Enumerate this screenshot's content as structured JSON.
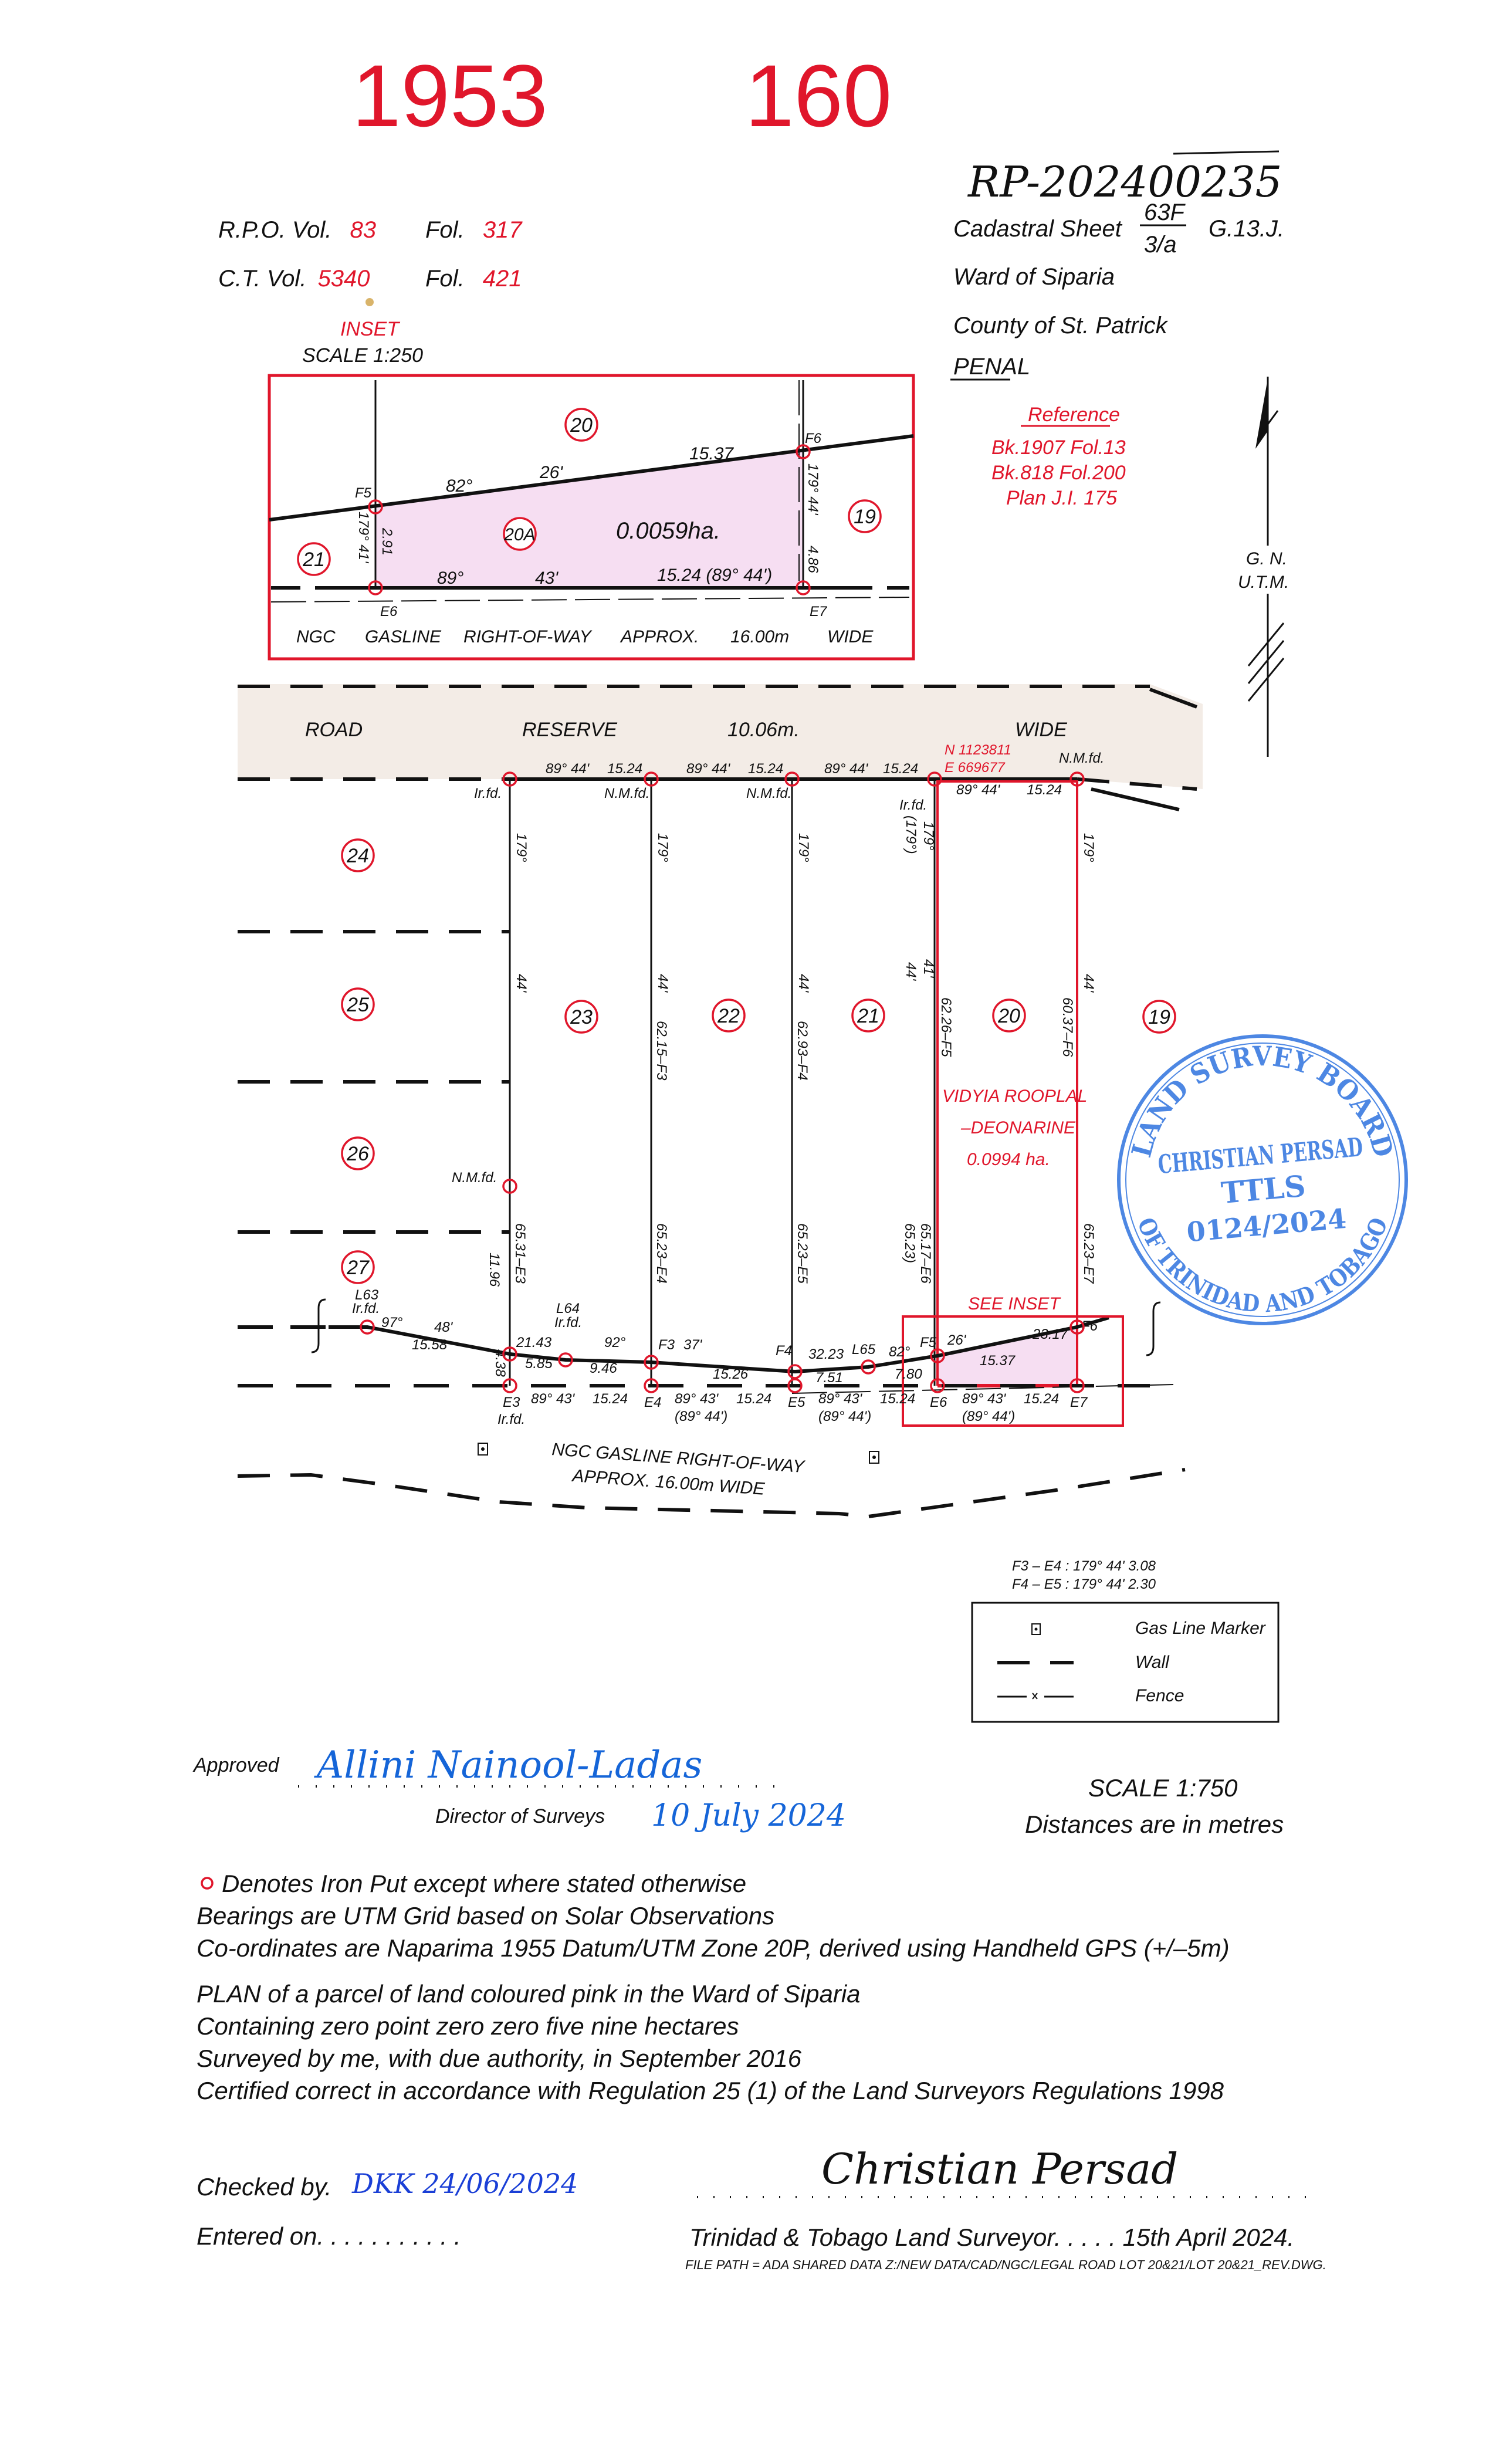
{
  "header": {
    "vol_number": "1953",
    "folio_number": "160",
    "rp_number": "RP-202400235"
  },
  "registry": {
    "rpo_label": "R.P.O. Vol.",
    "rpo_vol": "83",
    "rpo_fol_label": "Fol.",
    "rpo_fol": "317",
    "ct_label": "C.T. Vol.",
    "ct_vol": "5340",
    "ct_fol_label": "Fol.",
    "ct_fol": "421"
  },
  "location": {
    "cadastral_label": "Cadastral Sheet",
    "sheet_num": "63F",
    "sheet_den": "3/a",
    "grid": "G.13.J.",
    "ward": "Ward of Siparia",
    "county": "County of St. Patrick",
    "area": "PENAL"
  },
  "reference": {
    "title": "Reference",
    "lines": [
      "Bk.1907  Fol.13",
      "Bk.818    Fol.200",
      "Plan  J.I.  175"
    ]
  },
  "north": {
    "gn": "G.  N.",
    "utm": "U.T.M."
  },
  "inset": {
    "title": "INSET",
    "scale": "SCALE 1:250",
    "lot_20": "20",
    "lot_20a": "20A",
    "lot_19": "19",
    "lot_21": "21",
    "area": "0.0059ha.",
    "f5": "F5",
    "f6": "F6",
    "e6": "E6",
    "e7": "E7",
    "top_deg": "82°",
    "top_min": "26'",
    "top_dist": "15.37",
    "bot_deg": "89°",
    "bot_min": "43'",
    "bot_dist": "15.24 (89° 44')",
    "left_bearing": "179°  41'",
    "left_dist": "2.91",
    "right_bearing": "179°  44'",
    "right_dist": "4.86",
    "row": [
      "NGC",
      "GASLINE",
      "RIGHT-OF-WAY",
      "APPROX.",
      "16.00m",
      "WIDE"
    ]
  },
  "plan": {
    "road": {
      "road": "ROAD",
      "reserve": "RESERVE",
      "width": "10.06m.",
      "wide": "WIDE"
    },
    "coords": {
      "n": "N  1123811",
      "e": "E   669677"
    },
    "front": {
      "bearing": "89° 44'",
      "dist": "15.24"
    },
    "markers": {
      "irfd": "Ir.fd.",
      "nmfd": "N.M.fd."
    },
    "lots": {
      "l24": "24",
      "l25": "25",
      "l26": "26",
      "l27": "27",
      "l23": "23",
      "l22": "22",
      "l21": "21",
      "l20": "20",
      "l19": "19"
    },
    "side": {
      "deg": "179°",
      "min": "44'",
      "alt_deg": "(179°)",
      "alt_min": "41'"
    },
    "dist": {
      "f3": "62.15–F3",
      "f4": "62.93–F4",
      "f5": "62.26–F5",
      "f6": "60.37–F6",
      "e3": "65.31–E3",
      "e4": "65.23–E4",
      "e5": "65.23–E5",
      "e6": "65.17–E6",
      "e6_alt": "65.23)",
      "e7": "65.23–E7",
      "nm": "11.96",
      "e3_short": "4.38"
    },
    "owner": {
      "name1": "VIDYIA  ROOPLAL",
      "name2": "–DEONARINE",
      "area": "0.0994  ha."
    },
    "rear": {
      "l63": "L63",
      "l64": "L64",
      "l65": "L65",
      "a1": "97°",
      "a2": "48'",
      "d1": "15.58",
      "d2": "21.43",
      "d3": "5.85",
      "a3": "92°",
      "d4": "9.46",
      "f3": "F3",
      "a4": "37'",
      "d5": "15.26",
      "f4": "F4",
      "d6": "32.23",
      "d7": "7.51",
      "a5": "82°",
      "d8": "7.80",
      "f5": "F5",
      "a6": "26'",
      "d9": "15.37",
      "d10": "23.17",
      "f6": "F6"
    },
    "bottom": {
      "e3": "E3",
      "e4": "E4",
      "e5": "E5",
      "e6": "E6",
      "e7": "E7",
      "bearing": "89° 43'",
      "dist": "15.24",
      "alt": "(89° 44')"
    },
    "see_inset": "SEE  INSET",
    "gasline": {
      "line1": "NGC  GASLINE  RIGHT-OF-WAY",
      "line2": "APPROX.  16.00m  WIDE"
    }
  },
  "offsets": [
    "F3  –  E4  :  179°  44'    3.08",
    "F4  –  E5  :  179°  44'    2.30"
  ],
  "legend": [
    {
      "icon": "gas-marker-icon",
      "label": "Gas Line Marker"
    },
    {
      "icon": "wall-line-icon",
      "label": "Wall"
    },
    {
      "icon": "fence-line-icon",
      "label": "Fence"
    }
  ],
  "stamp": {
    "top": "LAND SURVEY BOARD",
    "bottom": "OF TRINIDAD AND TOBAGO",
    "name": "CHRISTIAN PERSAD",
    "title": "TTLS",
    "number": "0124/2024",
    "color": "#3a7be0"
  },
  "approval": {
    "approved": "Approved",
    "director": "Director of Surveys",
    "signature": "Allini Nainool-Ladas",
    "date": "10 July 2024",
    "scale": "SCALE  1:750",
    "units": "Distances  are  in  metres"
  },
  "notes": [
    "Denotes Iron Put except where stated otherwise",
    "Bearings are UTM Grid based on Solar Observations",
    "Co-ordinates are Naparima 1955 Datum/UTM Zone 20P, derived using Handheld GPS (+/–5m)",
    "PLAN of a parcel of land coloured pink in the Ward of Siparia",
    "Containing zero point zero zero five nine hectares",
    "Surveyed by me, with due authority, in September 2016",
    "Certified correct in accordance with Regulation 25 (1) of the Land Surveyors Regulations 1998"
  ],
  "footer": {
    "checked": "Checked by.",
    "checked_mark": "DKK 24/06/2024",
    "entered": "Entered on. . . . . . . . . . .",
    "surveyor_signature": "Christian Persad",
    "surveyor": "Trinidad & Tobago Land Surveyor. . . . . 15th April 2024.",
    "file_path": "FILE PATH = ADA SHARED DATA Z:/NEW DATA/CAD/NGC/LEGAL ROAD LOT 20&21/LOT 20&21_REV.DWG."
  },
  "colors": {
    "red": "#e0162b",
    "pink": "#f6def2",
    "road": "#f3ece6",
    "ink_blue": "#1565d8"
  }
}
